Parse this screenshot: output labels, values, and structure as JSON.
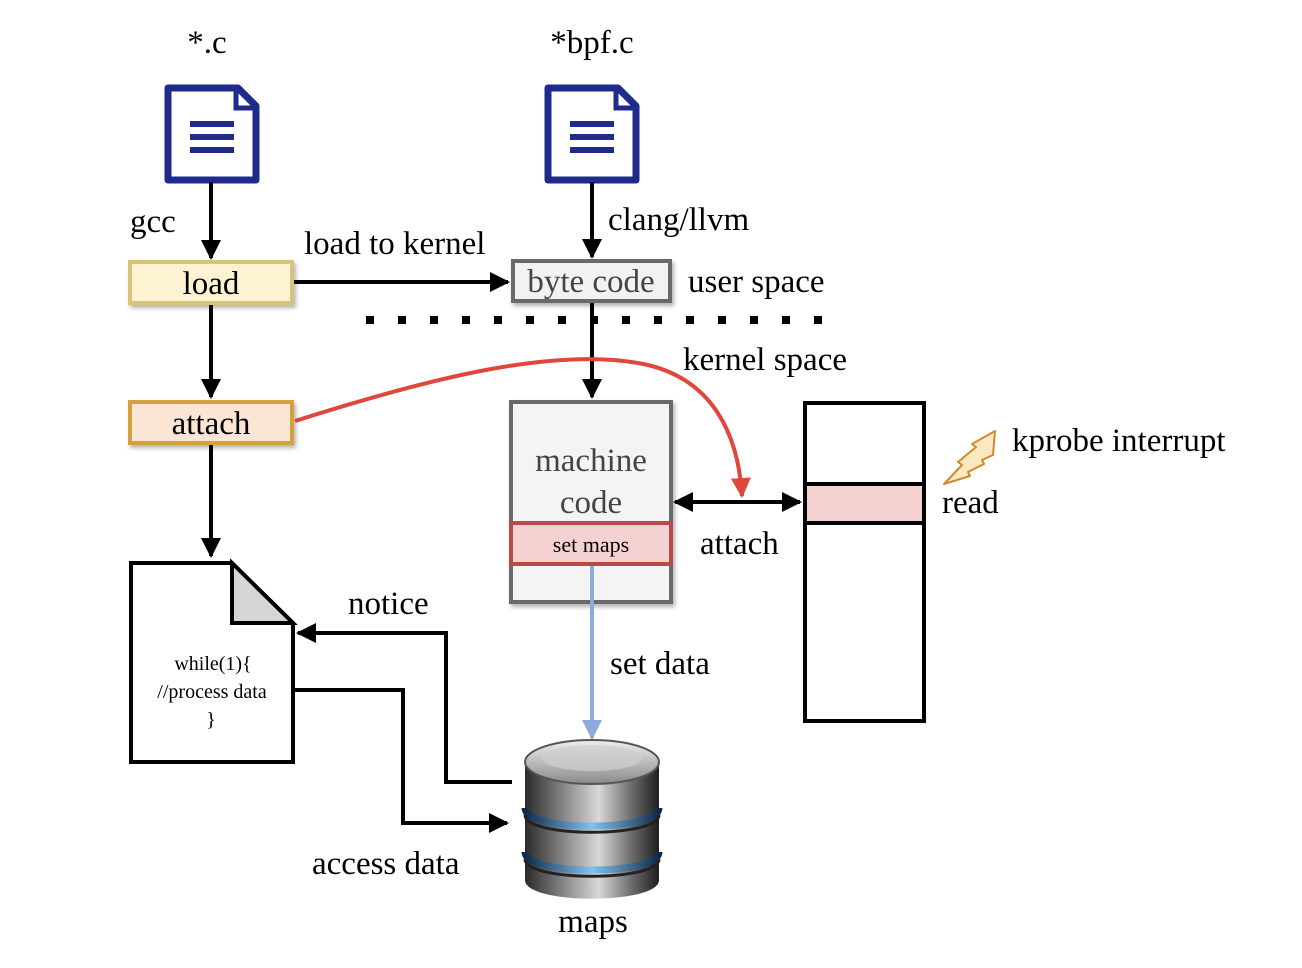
{
  "files": {
    "user_source": "*.c",
    "bpf_source": "*bpf.c"
  },
  "compilers": {
    "user": "gcc",
    "bpf": "clang/llvm"
  },
  "boxes": {
    "load": "load",
    "attach": "attach",
    "byte_code": "byte code",
    "machine_code_line1": "machine",
    "machine_code_line2": "code",
    "set_maps": "set maps"
  },
  "edges": {
    "load_to_kernel": "load to kernel",
    "set_data": "set data",
    "notice": "notice",
    "access_data": "access data",
    "attach_hook": "attach"
  },
  "regions": {
    "user_space": "user space",
    "kernel_space": "kernel space"
  },
  "kernel_stack": {
    "read": "read",
    "interrupt": "kprobe interrupt"
  },
  "program": {
    "line1": "while(1){",
    "line2": "//process data",
    "line3": "}"
  },
  "maps_label": "maps",
  "colors": {
    "icon_blue": "#1e2a8c",
    "load_fill": "#fdf3d2",
    "load_border": "#d9c27a",
    "attach_fill": "#fbe6d6",
    "attach_border": "#d4a13a",
    "set_maps_fill": "#f5d2d2",
    "set_maps_border": "#b94a48",
    "red_arrow": "#e0463a",
    "blue_arrow": "#8eaadb",
    "interrupt_fill": "#fde8c2",
    "interrupt_stroke": "#d08a2a"
  }
}
